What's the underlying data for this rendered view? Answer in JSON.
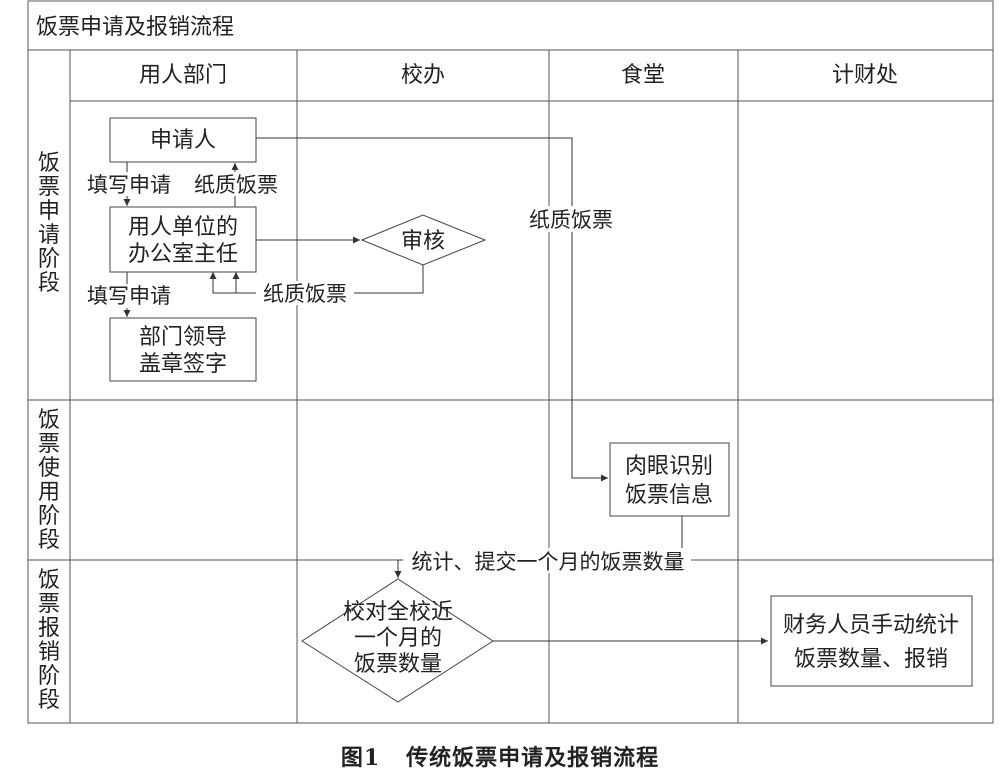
{
  "title": "饭票申请及报销流程",
  "lanes": [
    "用人部门",
    "校办",
    "食堂",
    "计财处"
  ],
  "stages": {
    "apply": [
      "饭",
      "票",
      "申",
      "请",
      "阶",
      "段"
    ],
    "use": [
      "饭",
      "票",
      "使",
      "用",
      "阶",
      "段"
    ],
    "reimburse": [
      "饭",
      "票",
      "报",
      "销",
      "阶",
      "段"
    ]
  },
  "nodes": {
    "applicant": "申请人",
    "office_director": [
      "用人单位的",
      "办公室主任"
    ],
    "audit": "审核",
    "dept_leader": [
      "部门领导",
      "盖章签字"
    ],
    "canteen_check": [
      "肉眼识别",
      "饭票信息"
    ],
    "school_count": [
      "校对全校近",
      "一个月的",
      "饭票数量"
    ],
    "finance": [
      "财务人员手动统计",
      "饭票数量、报销"
    ]
  },
  "edge_labels": {
    "fill_apply_1": "填写申请",
    "paper_ticket_1": "纸质饭票",
    "fill_apply_2": "填写申请",
    "paper_ticket_2": "纸质饭票",
    "paper_ticket_3": "纸质饭票",
    "monthly_submit": "统计、提交一个月的饭票数量"
  },
  "caption": {
    "figure_no": "图1",
    "text": "传统饭票申请及报销流程"
  }
}
